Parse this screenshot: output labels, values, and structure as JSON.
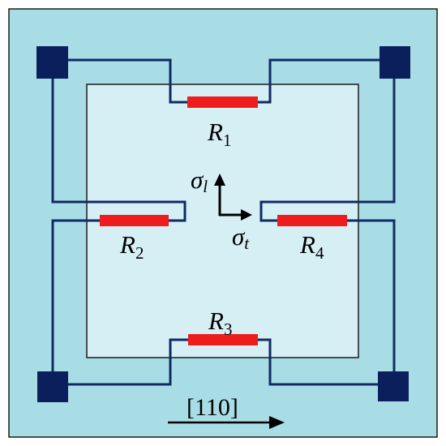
{
  "colors": {
    "chip_bg": "#a9dde6",
    "diaphragm": "#d6eff5",
    "trace": "#102a63",
    "pad": "#0b1f5c",
    "resistor": "#ee1c1c",
    "border": "#1a1a1a",
    "arrow": "#000000"
  },
  "resistors": {
    "r1": {
      "main": "R",
      "sub": "1"
    },
    "r2": {
      "main": "R",
      "sub": "2"
    },
    "r3": {
      "main": "R",
      "sub": "3"
    },
    "r4": {
      "main": "R",
      "sub": "4"
    }
  },
  "stress": {
    "longitudinal": {
      "main": "σ",
      "sub": "l"
    },
    "transverse": {
      "main": "σ",
      "sub": "t"
    }
  },
  "crystal_direction": "[110]"
}
